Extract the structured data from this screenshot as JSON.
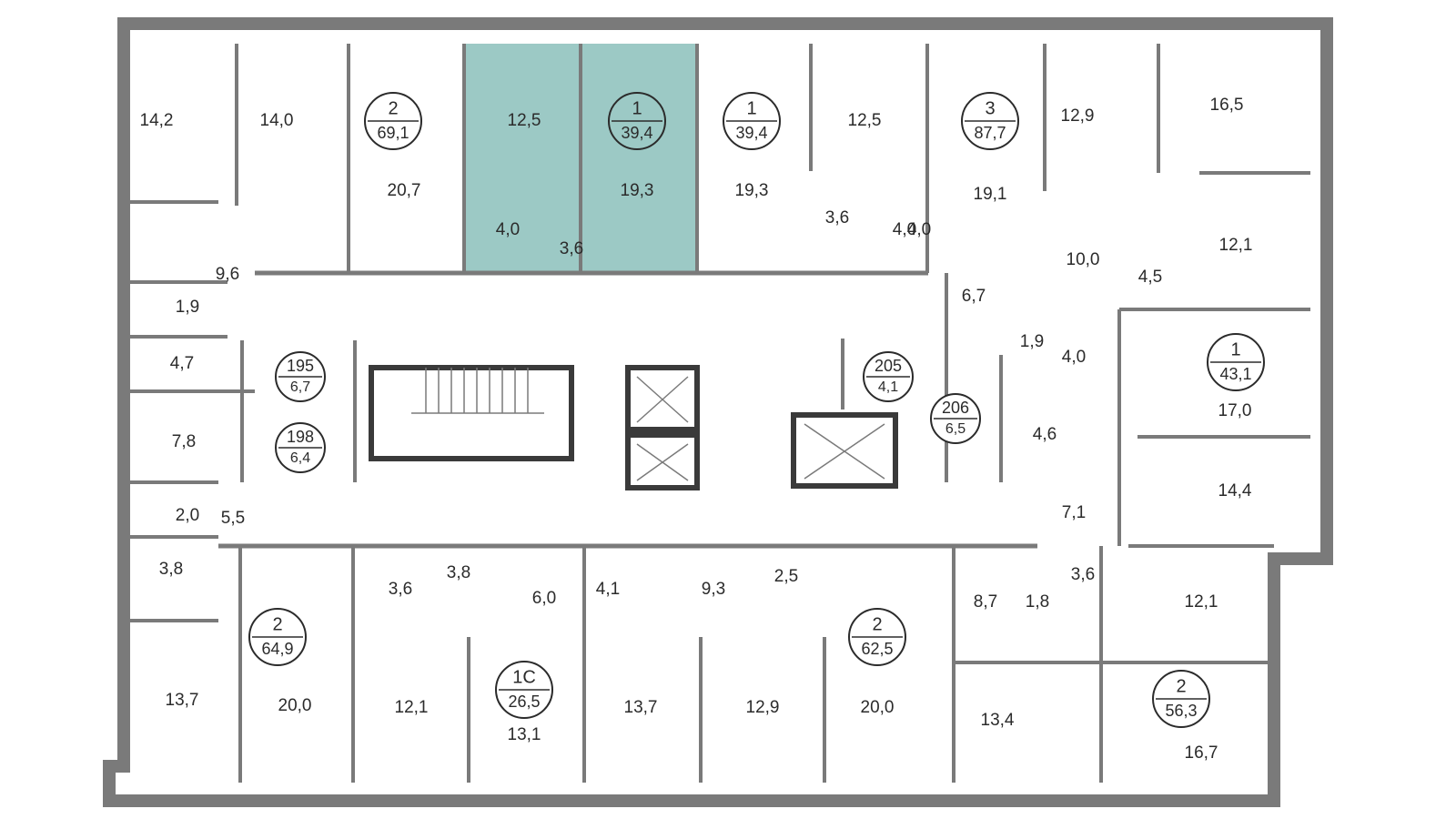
{
  "colors": {
    "wall": "#7a7a7a",
    "wall_dark": "#3a3a3a",
    "highlight": "#9cc9c5",
    "fixture": "#5a5a5a"
  },
  "apartments": [
    {
      "id": "apt-2-69",
      "rooms": "2",
      "area": "69,1"
    },
    {
      "id": "apt-1-39-selected",
      "rooms": "1",
      "area": "39,4",
      "selected": true
    },
    {
      "id": "apt-1-39",
      "rooms": "1",
      "area": "39,4"
    },
    {
      "id": "apt-3-87",
      "rooms": "3",
      "area": "87,7"
    },
    {
      "id": "apt-1-43",
      "rooms": "1",
      "area": "43,1"
    },
    {
      "id": "apt-2-56",
      "rooms": "2",
      "area": "56,3"
    },
    {
      "id": "apt-2-62",
      "rooms": "2",
      "area": "62,5"
    },
    {
      "id": "apt-1c-26",
      "rooms": "1С",
      "area": "26,5"
    },
    {
      "id": "apt-2-64",
      "rooms": "2",
      "area": "64,9"
    }
  ],
  "technical_rooms": [
    {
      "id": "room-195",
      "number": "195",
      "area": "6,7"
    },
    {
      "id": "room-198",
      "number": "198",
      "area": "6,4"
    },
    {
      "id": "room-205",
      "number": "205",
      "area": "4,1"
    },
    {
      "id": "room-206",
      "number": "206",
      "area": "6,5"
    }
  ],
  "room_areas": [
    "14,2",
    "14,0",
    "20,7",
    "12,5",
    "19,3",
    "4,0",
    "3,6",
    "19,3",
    "12,5",
    "3,6",
    "4,0",
    "12,9",
    "19,1",
    "16,5",
    "10,0",
    "12,1",
    "4,5",
    "6,7",
    "4,0",
    "1,9",
    "9,6",
    "4,7",
    "1,9",
    "4,0",
    "17,0",
    "4,6",
    "14,4",
    "7,8",
    "2,0",
    "5,5",
    "3,8",
    "7,1",
    "3,6",
    "3,8",
    "6,0",
    "4,1",
    "9,3",
    "2,5",
    "8,7",
    "1,8",
    "3,6",
    "12,1",
    "13,7",
    "20,0",
    "12,1",
    "13,1",
    "13,7",
    "12,9",
    "20,0",
    "13,4",
    "16,7"
  ]
}
